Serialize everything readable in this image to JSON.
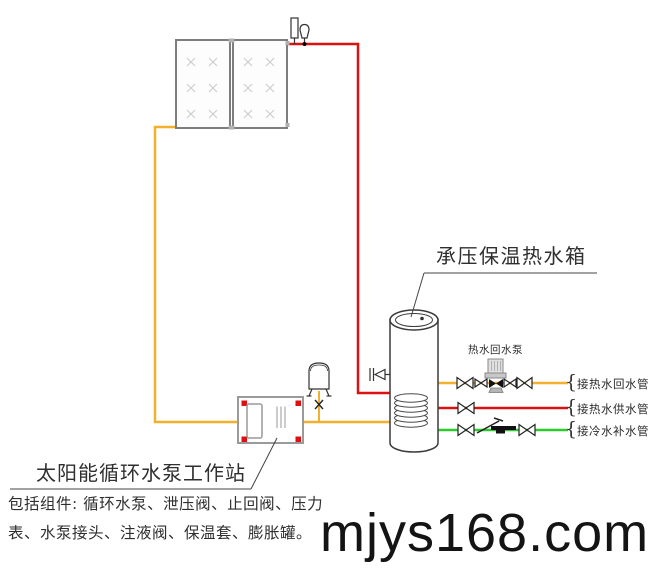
{
  "labels": {
    "tank": "承压保温热水箱",
    "return_pump": "热水回水泵",
    "station": "太阳能循环水泵工作站",
    "components_line1": "包括组件: 循环水泵、泄压阀、止回阀、压力",
    "components_line2": "表、水泵接头、注液阀、保温套、膨胀罐。",
    "brace": "{"
  },
  "ports": [
    {
      "label": "接热水回水管",
      "color": "#f0ad22"
    },
    {
      "label": "接热水供水管",
      "color": "#dd1111"
    },
    {
      "label": "接冷水补水管",
      "color": "#2ccc2c"
    }
  ],
  "colors": {
    "hot_pipe": "#dd1111",
    "solar_pipe": "#f3b02c",
    "makeup_pipe": "#2ccc2c",
    "corner_screw": "#e01010",
    "outline": "#3c3c3c"
  },
  "watermark": "mjys168.com"
}
